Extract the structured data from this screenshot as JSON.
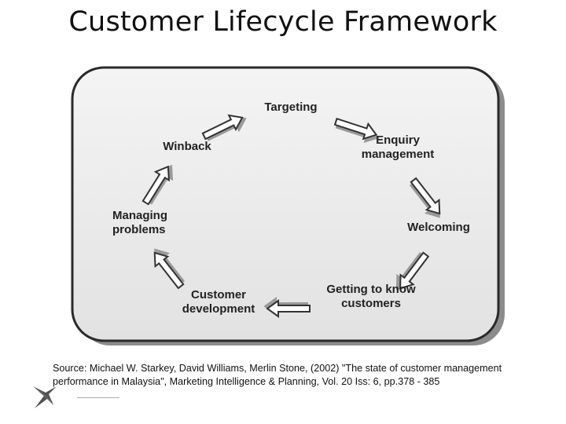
{
  "slide": {
    "title": "Customer Lifecycle Framework"
  },
  "diagram": {
    "nodes": [
      {
        "id": "targeting",
        "label": "Targeting"
      },
      {
        "id": "enquiry",
        "label": "Enquiry\nmanagement"
      },
      {
        "id": "welcoming",
        "label": "Welcoming"
      },
      {
        "id": "getting",
        "label": "Getting to know\ncustomers"
      },
      {
        "id": "development",
        "label": "Customer\ndevelopment"
      },
      {
        "id": "problems",
        "label": "Managing\nproblems"
      },
      {
        "id": "winback",
        "label": "Winback"
      }
    ],
    "arrow_style": {
      "fill": "#ffffff",
      "outline": "#333333",
      "shadow": "#9a9a9a"
    },
    "panel_style": {
      "fill": "#ececec",
      "border": "#2a2a2a"
    }
  },
  "source": {
    "text": "Source: Michael W. Starkey, David Williams, Merlin Stone, (2002) \"The state of customer management performance in Malaysia\", Marketing Intelligence & Planning, Vol. 20 Iss: 6, pp.378 - 385"
  }
}
